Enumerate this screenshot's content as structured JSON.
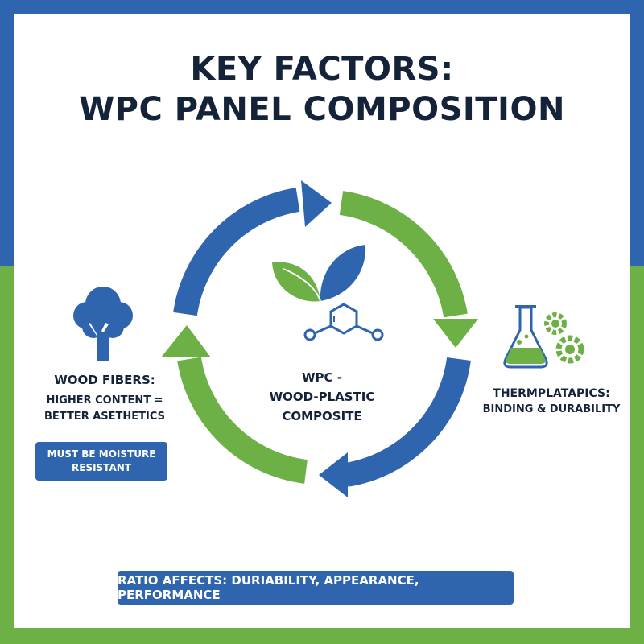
{
  "title": {
    "line1": "KEY FACTORS:",
    "line2": "WPC PANEL COMPOSITION"
  },
  "colors": {
    "blue": "#2f64ae",
    "green": "#6cb046",
    "dark_text": "#15233a"
  },
  "center": {
    "line1": "WPC -",
    "line2": "WOOD-PLASTIC",
    "line3": "COMPOSITE",
    "icons": [
      "leaves-icon",
      "molecule-icon"
    ]
  },
  "wood": {
    "icon": "tree-icon",
    "heading": "WOOD FIBERS:",
    "line1": "HIGHER CONTENT =",
    "line2": "BETTER ASETHETICS",
    "note": "MUST BE MOISTURE RESISTANT"
  },
  "thermo": {
    "icon": "flask-gears-icon",
    "heading": "THERMPLATAPICS:",
    "sub": "BINDING & DURABILITY"
  },
  "footer": {
    "text": "RATIO AFFECTS: DURIABILITY, APPEARANCE, PERFORMANCE"
  }
}
